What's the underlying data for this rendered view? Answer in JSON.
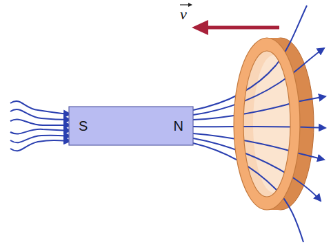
{
  "diagram": {
    "nodes": [
      {
        "text": [
          "S",
          "N"
        ]
      }
    ],
    "labels": [
      "v"
    ]
  }
}
